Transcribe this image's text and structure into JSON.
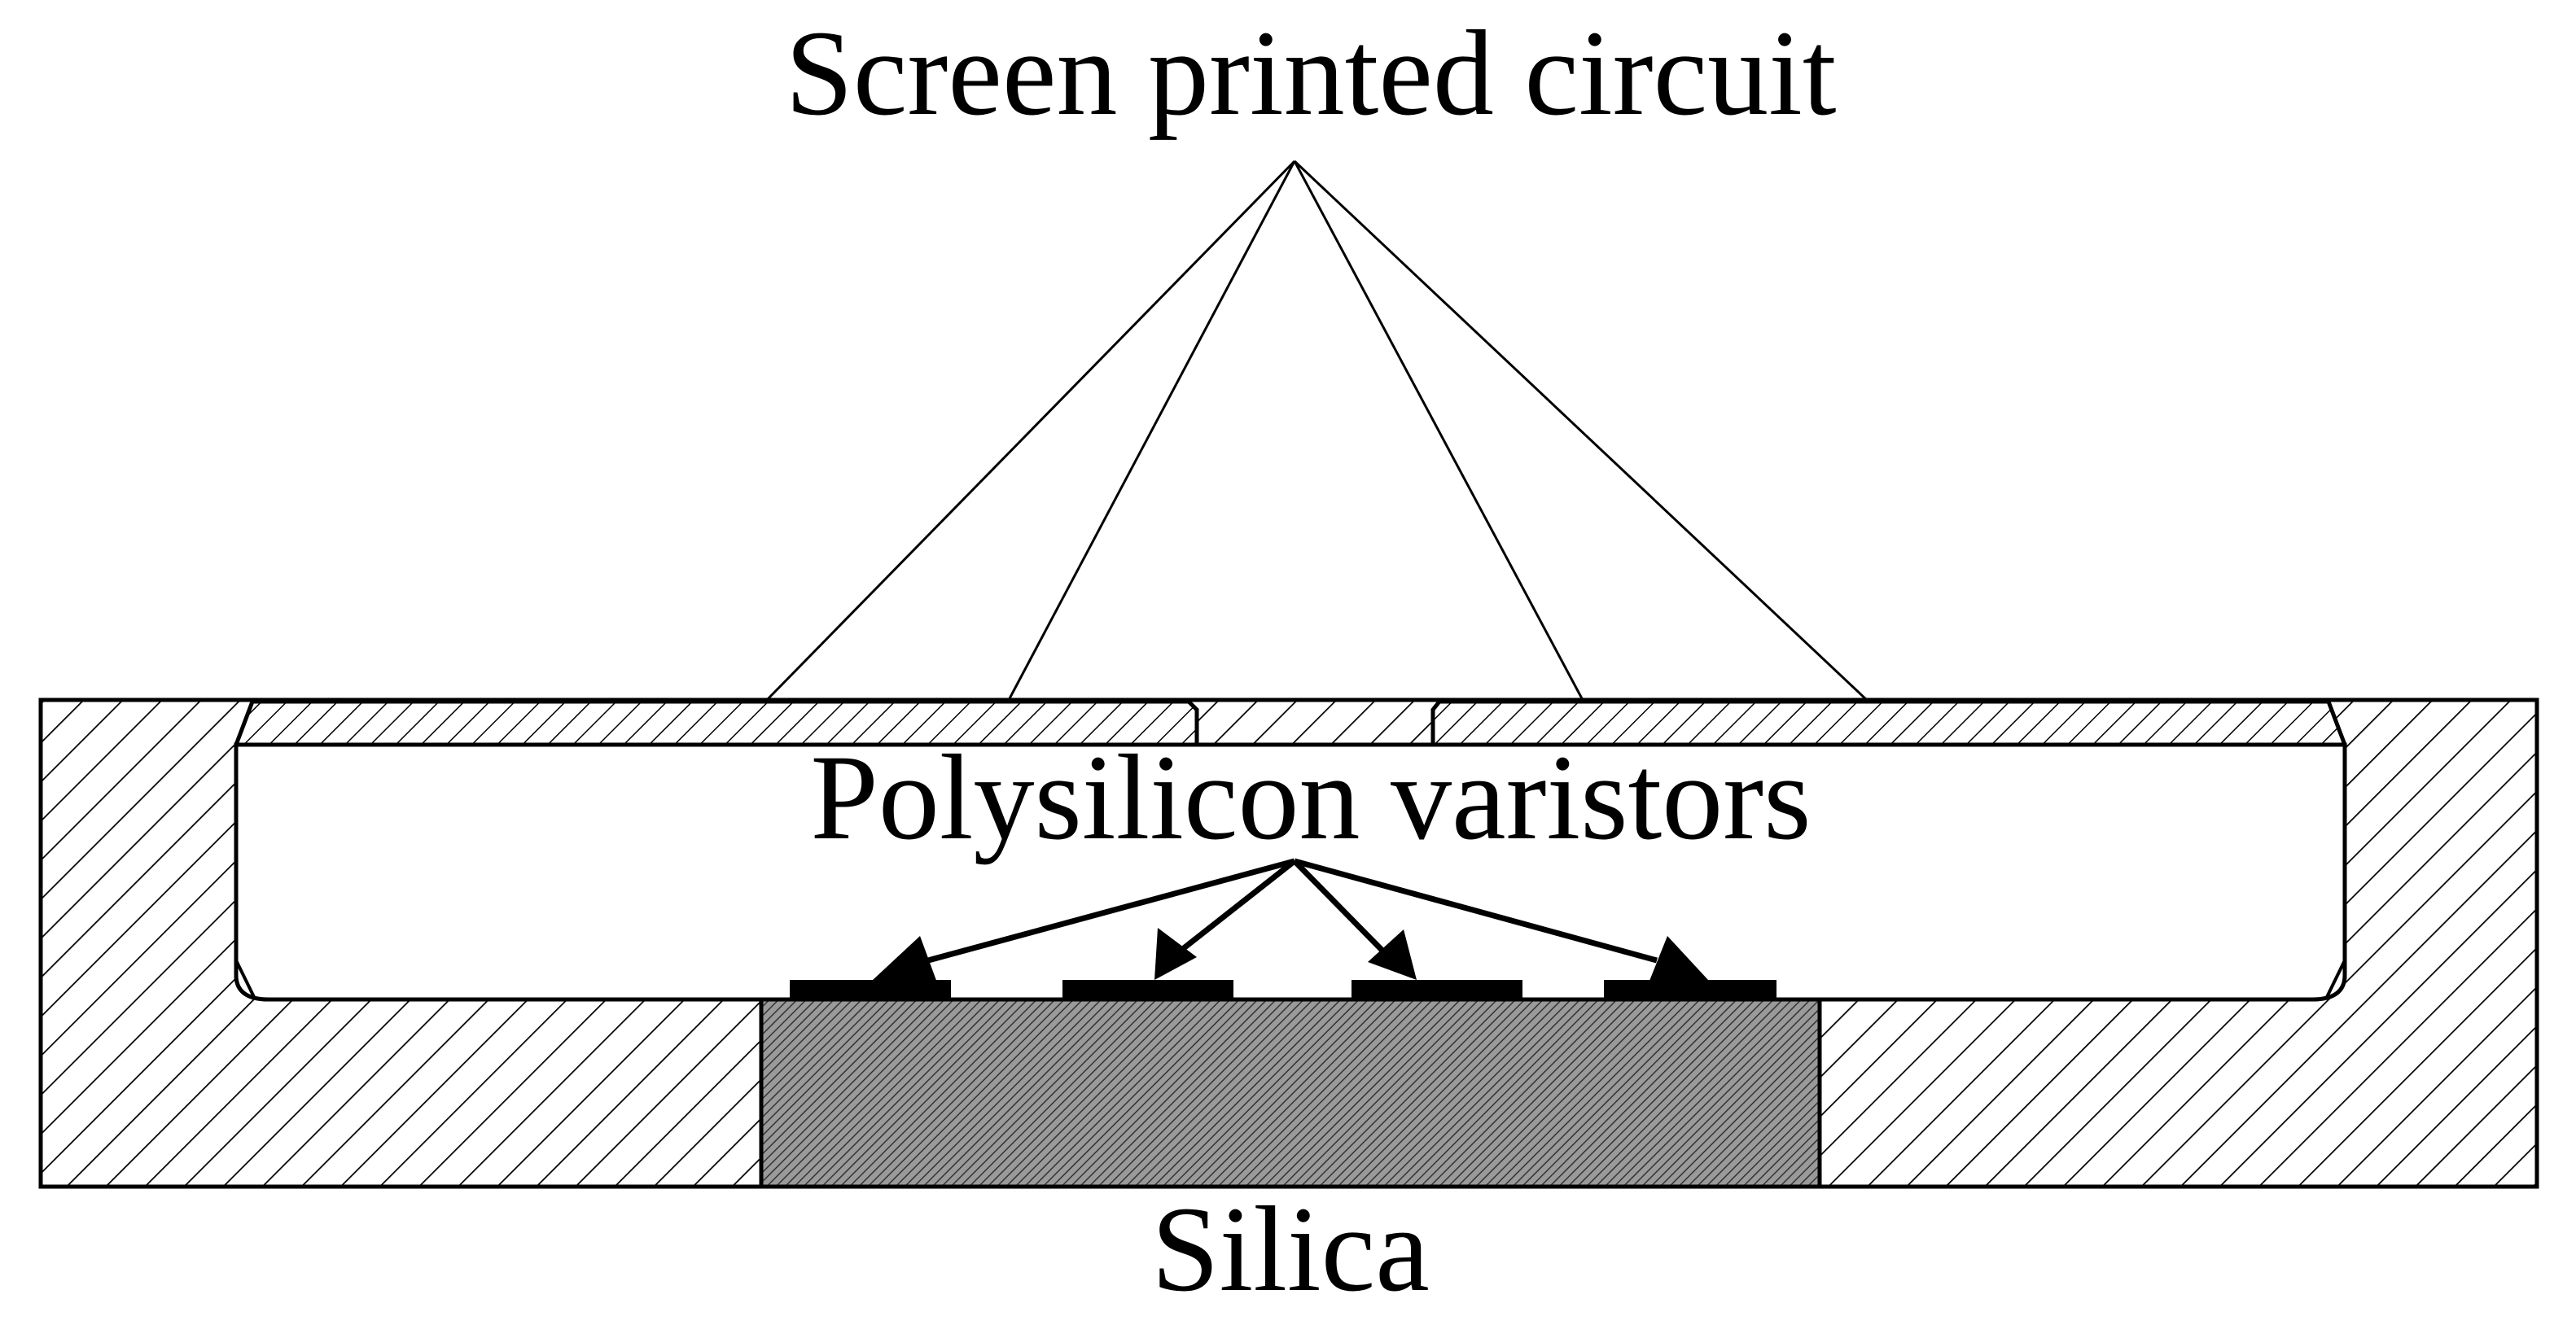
{
  "labels": {
    "screen_printed_circuit": "Screen printed circuit",
    "polysilicon_varistors": "Polysilicon varistors",
    "silica": "Silica"
  },
  "colors": {
    "line": "#000000",
    "background": "#ffffff",
    "silica_fill": "#8c8c8c"
  }
}
